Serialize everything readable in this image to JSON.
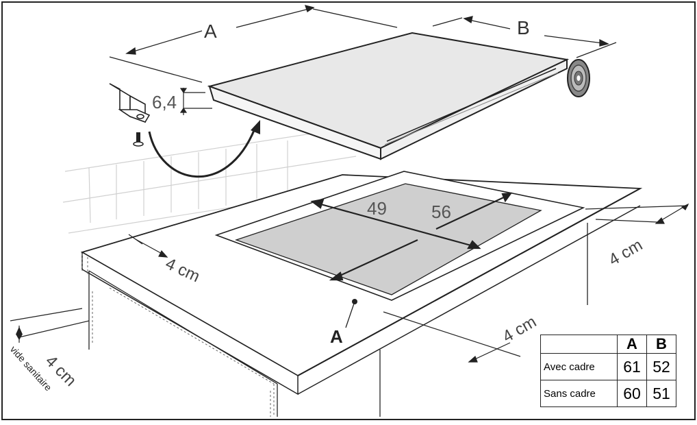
{
  "labels": {
    "A_top": "A",
    "B_top": "B",
    "thickness": "6,4",
    "cut_width": "49",
    "cut_depth": "56",
    "clearance_left": "4 cm",
    "clearance_right": "4 cm",
    "clearance_front": "4 cm",
    "clearance_below": "4 cm",
    "vide_sanitaire": "vide sanitaire",
    "A_marker": "A"
  },
  "table": {
    "headers": [
      "",
      "A",
      "B"
    ],
    "rows": [
      {
        "label": "Avec cadre",
        "A": "61",
        "B": "52"
      },
      {
        "label": "Sans cadre",
        "A": "60",
        "B": "51"
      }
    ]
  },
  "colors": {
    "line": "#222222",
    "surface": "#e6e6e6",
    "cutout": "#c8c8c8",
    "tile_lines": "#d0d0d0"
  }
}
